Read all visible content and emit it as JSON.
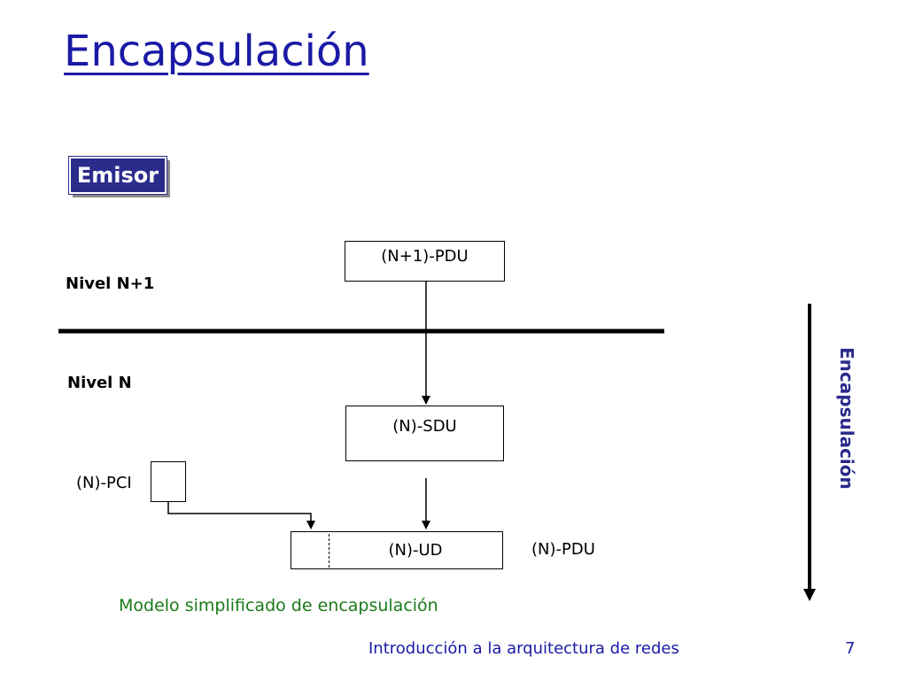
{
  "slide": {
    "title": "Encapsulación",
    "badge": "Emisor",
    "footer": "Introducción a la arquitectura de redes",
    "page_number": "7"
  },
  "diagram": {
    "level_upper": "Nivel N+1",
    "level_lower": "Nivel N",
    "upper_pdu": "(N+1)-PDU",
    "sdu": "(N)-SDU",
    "pci": "(N)-PCI",
    "ud": "(N)-UD",
    "pdu": "(N)-PDU",
    "direction_label": "Encapsulación",
    "caption": "Modelo simplificado de encapsulación"
  },
  "colors": {
    "title": "#1a1aa6",
    "badge_bg": "#2b2b8c",
    "caption": "#1a7a1a"
  }
}
